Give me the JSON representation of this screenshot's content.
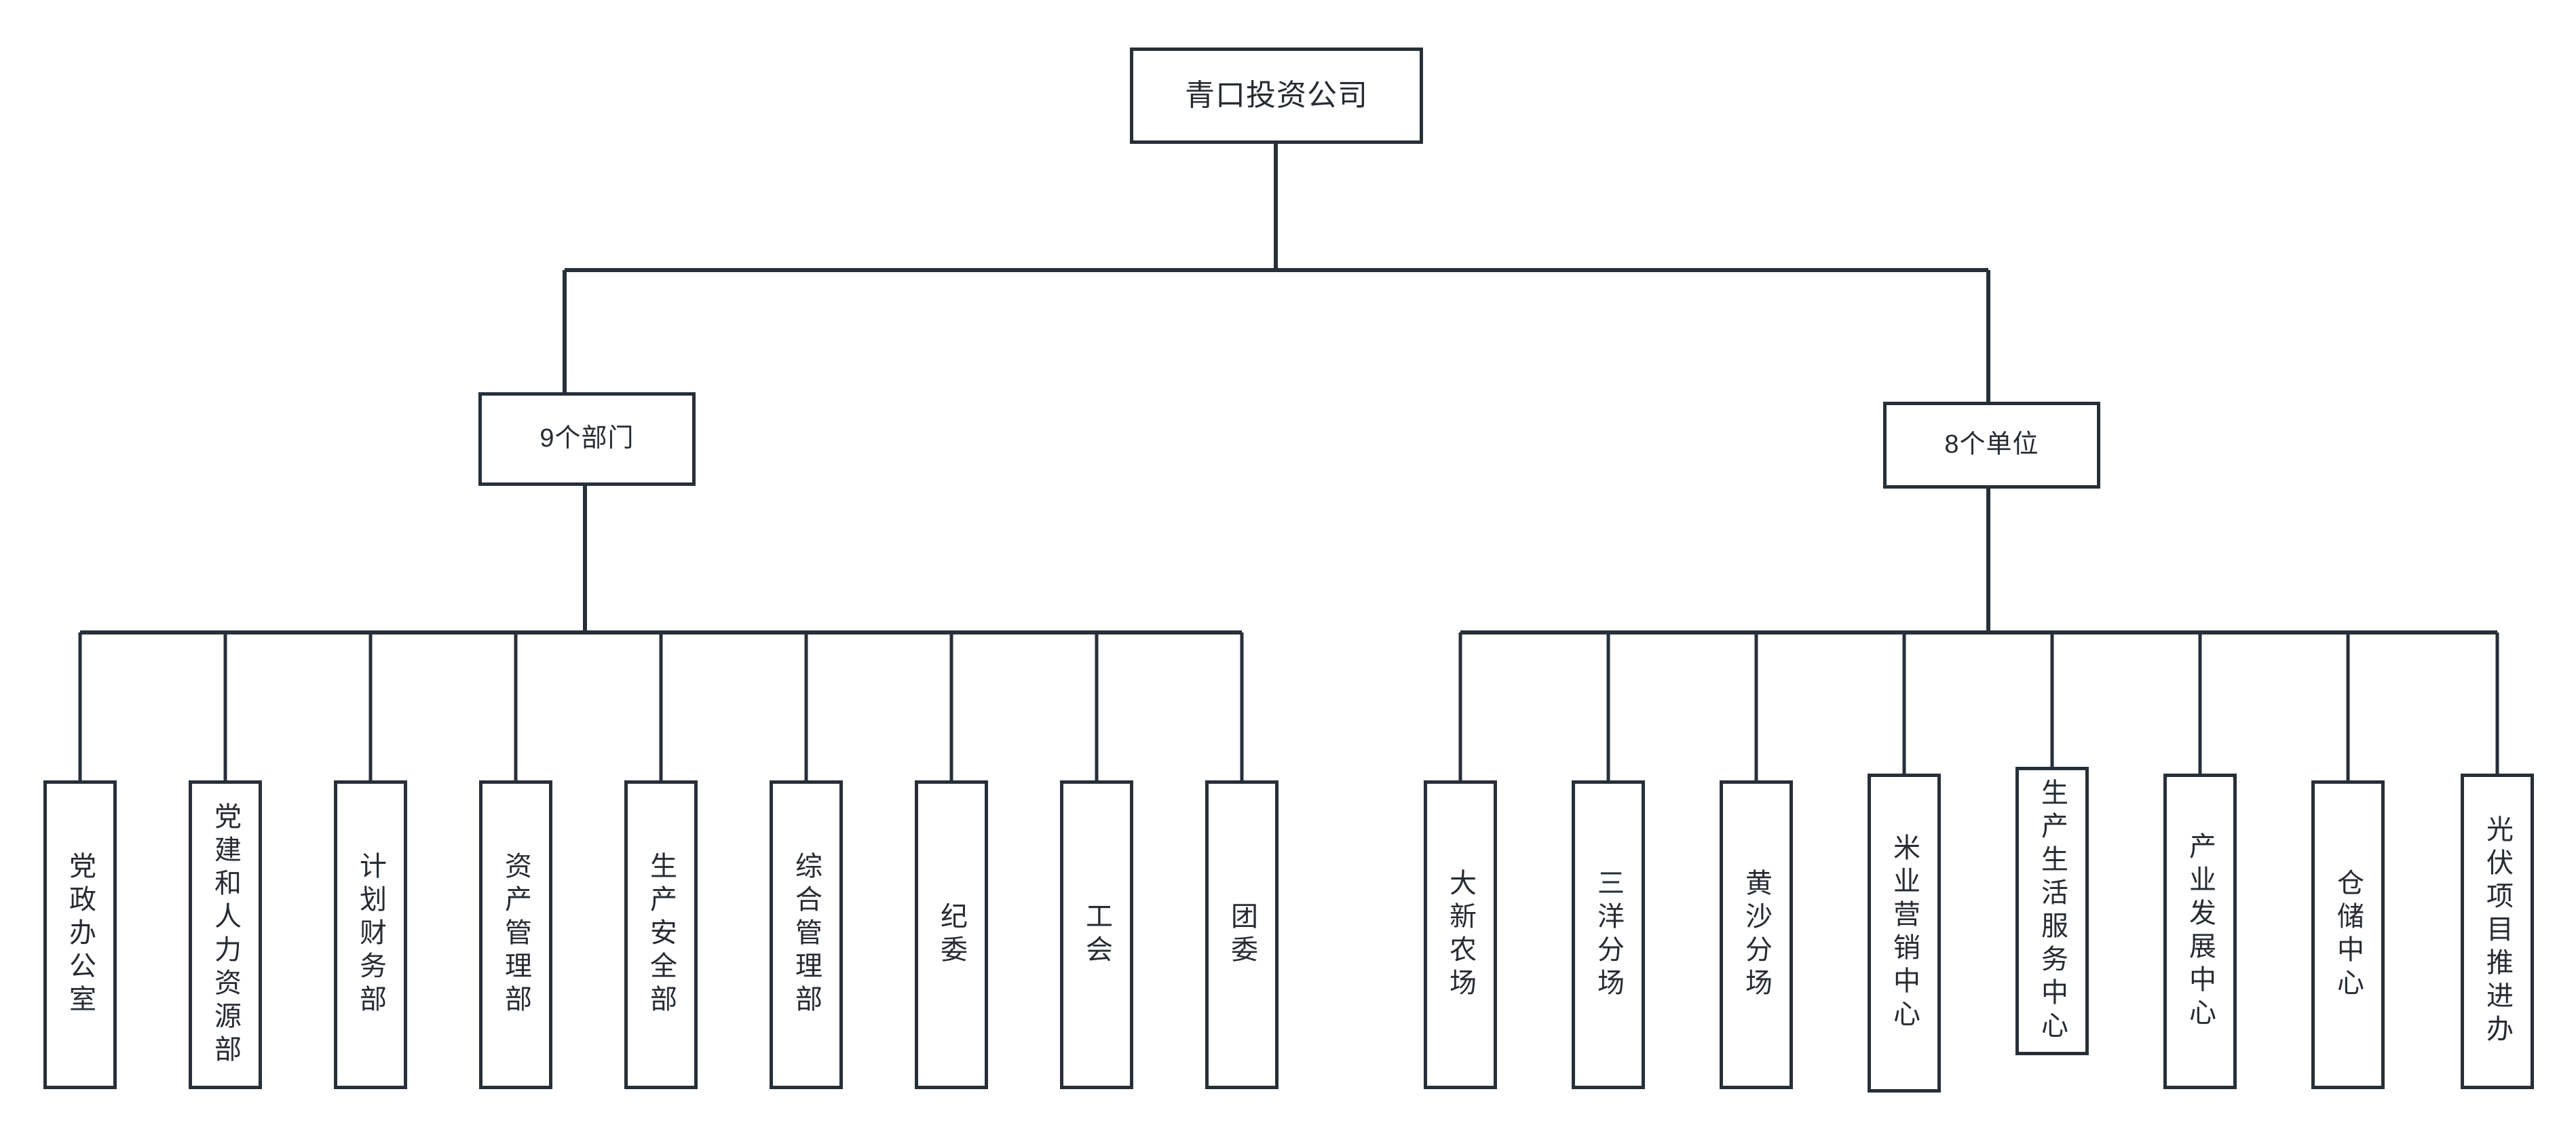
{
  "chart_data": {
    "type": "diagram",
    "diagram_kind": "organization-chart",
    "orientation": "top-down",
    "title": "",
    "colors": {
      "box_border": "#272f38",
      "box_fill": "#ffffff",
      "connector": "#272f38",
      "text": "#262c33",
      "background": "#ffffff"
    },
    "levels": 3,
    "node_count": 20
  },
  "root": {
    "label": "青口投资公司",
    "text_direction": "horizontal"
  },
  "branches": [
    {
      "id": "departments",
      "label": "9个部门",
      "count": 9,
      "text_direction": "horizontal",
      "children": [
        {
          "label": "党政办公室"
        },
        {
          "label": "党建和人力资源部"
        },
        {
          "label": "计划财务部"
        },
        {
          "label": "资产管理部"
        },
        {
          "label": "生产安全部"
        },
        {
          "label": "综合管理部"
        },
        {
          "label": "纪委"
        },
        {
          "label": "工会"
        },
        {
          "label": "团委"
        }
      ]
    },
    {
      "id": "units",
      "label": "8个单位",
      "count": 8,
      "text_direction": "horizontal",
      "children": [
        {
          "label": "大新农场"
        },
        {
          "label": "三洋分场"
        },
        {
          "label": "黄沙分场"
        },
        {
          "label": "米业营销中心"
        },
        {
          "label": "生产生活服务中心"
        },
        {
          "label": "产业发展中心"
        },
        {
          "label": "仓储中心"
        },
        {
          "label": "光伏项目推进办"
        }
      ]
    }
  ]
}
